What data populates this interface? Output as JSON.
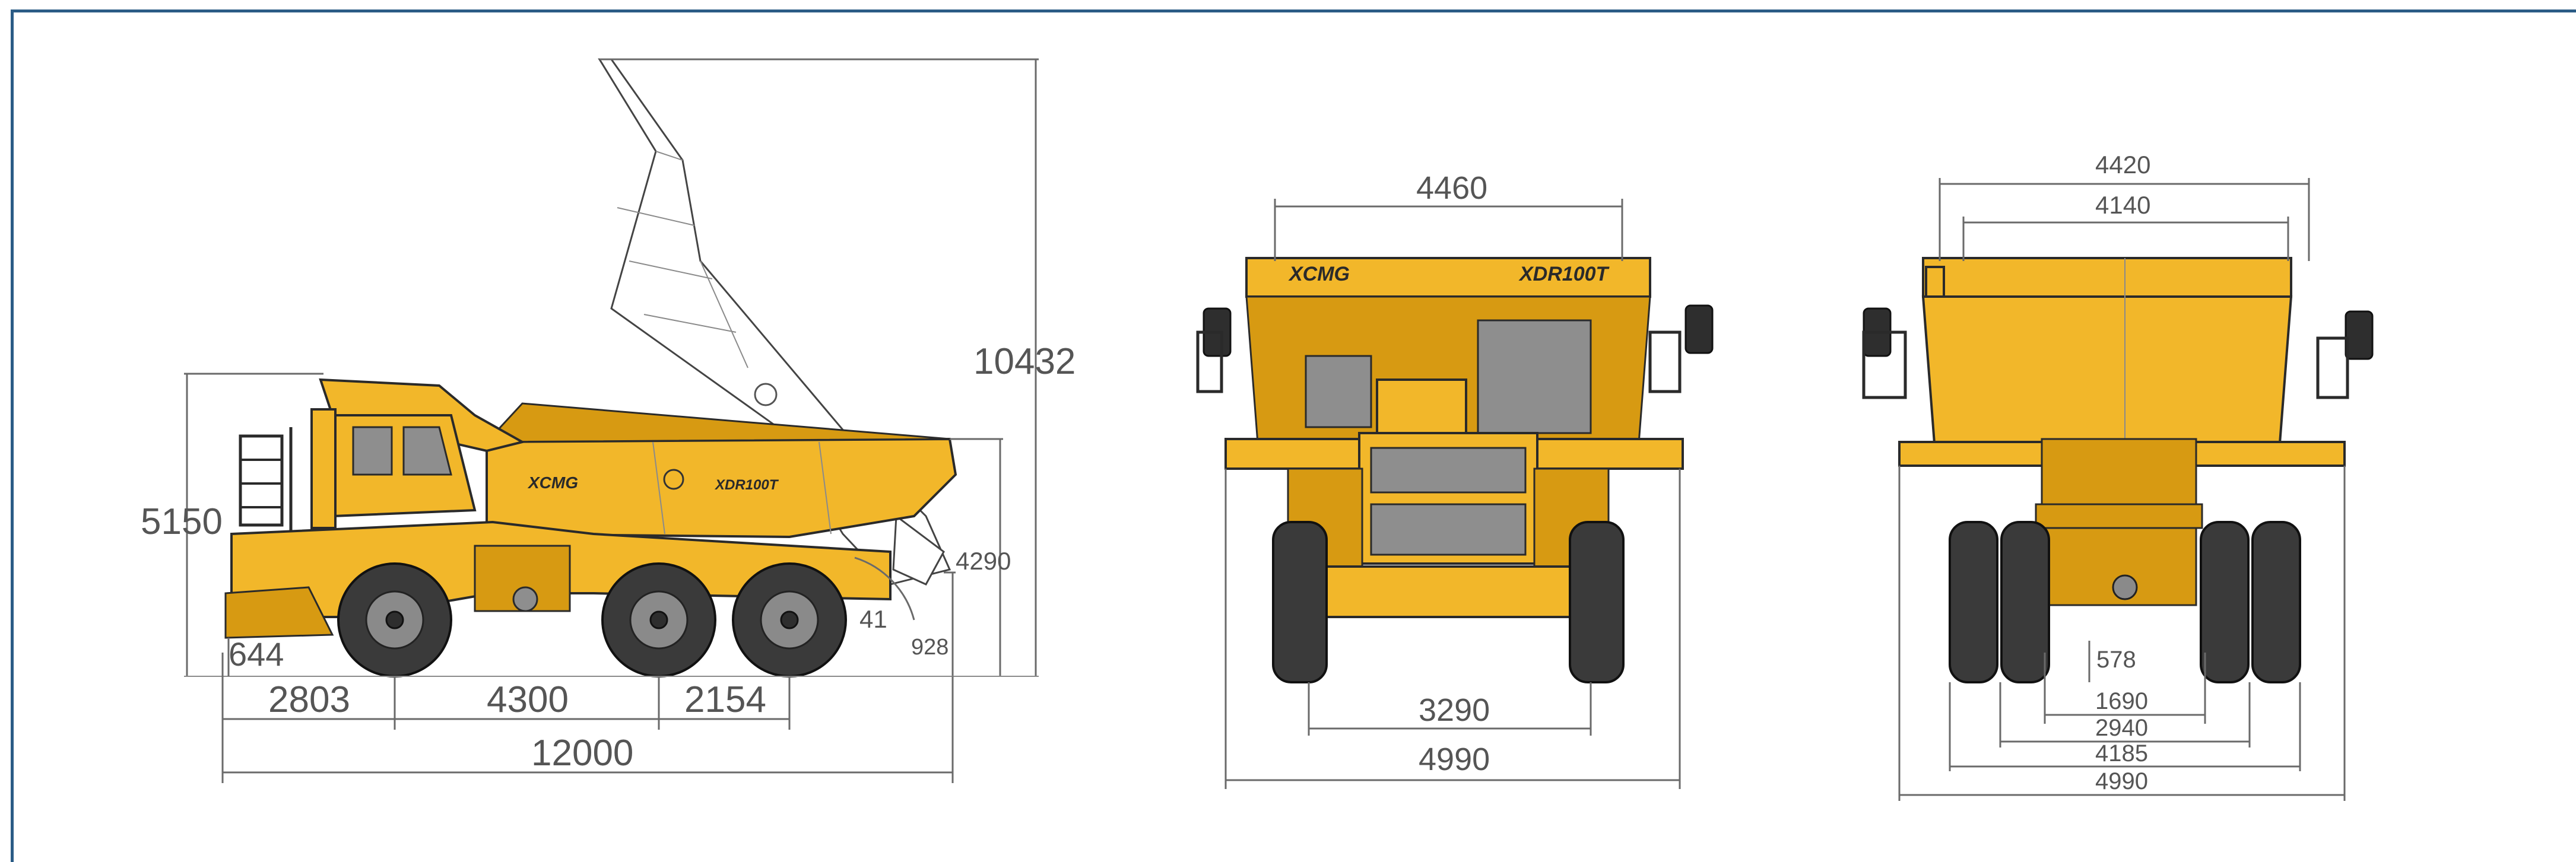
{
  "brand": {
    "logo_text": "XCMG",
    "model_text": "XDR100T"
  },
  "colors": {
    "body_yellow": "#f2b72a",
    "frame_blue": "#2b5c86",
    "dimension_gray": "#555555"
  },
  "side_view": {
    "overall_height_raised": "10432",
    "overall_height": "5150",
    "rear_height": "4290",
    "ground_clearance": "644",
    "rear_clearance": "928",
    "dump_angle": "41",
    "front_overhang": "2803",
    "wheelbase": "4300",
    "rear_axle_spacing": "2154",
    "overall_length": "12000"
  },
  "front_view": {
    "body_width": "4460",
    "front_track": "3290",
    "overall_width": "4990"
  },
  "rear_view": {
    "body_outer_width": "4420",
    "body_inner_width": "4140",
    "axle_clearance": "578",
    "inner_tire_gap": "1690",
    "rear_track": "2940",
    "outer_tire_width": "4185",
    "overall_width": "4990"
  }
}
